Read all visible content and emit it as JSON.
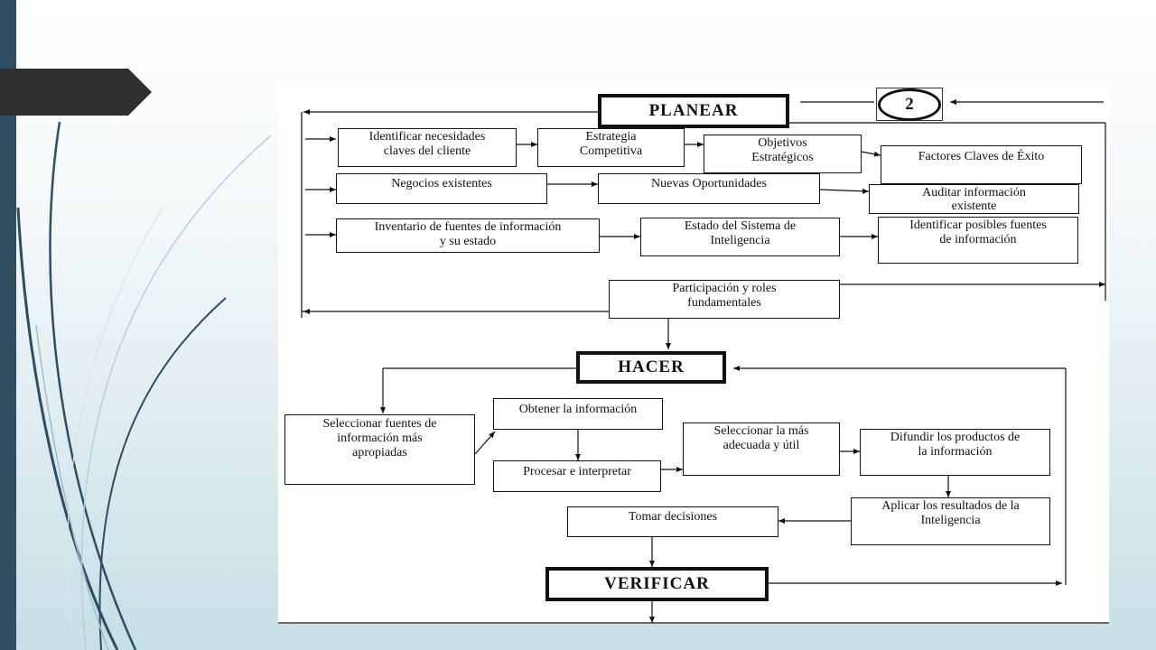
{
  "colors": {
    "stripe": "#2d4e63",
    "tab": "#2f2f2f",
    "panel": "#ffffff",
    "line": "#111111"
  },
  "diagram": {
    "stages": {
      "planear": "PLANEAR",
      "hacer": "HACER",
      "verificar": "VERIFICAR"
    },
    "cycle_number": "2",
    "planear_steps": {
      "identificar_necesidades": "Identificar necesidades\nclaves del cliente",
      "estrategia": "Estrategia\nCompetitiva",
      "objetivos": "Objetivos\nEstratégicos",
      "factores": "Factores Claves de Éxito",
      "negocios": "Negocios existentes",
      "nuevas": "Nuevas Oportunidades",
      "auditar": "Auditar información\nexistente",
      "inventario": "Inventario de fuentes de información\ny su estado",
      "estado": "Estado del Sistema de\nInteligencia",
      "identificar_fuentes": "Identificar posibles fuentes\nde información",
      "participacion": "Participación y roles\nfundamentales"
    },
    "hacer_steps": {
      "seleccionar_fuentes": "Seleccionar fuentes de\ninformación más\napropiadas",
      "obtener": "Obtener la información",
      "procesar": "Procesar e interpretar",
      "seleccionar_adecuada": "Seleccionar la más\nadecuada y útil",
      "difundir": "Difundir los productos de\nla información",
      "aplicar": "Aplicar los resultados de la\nInteligencia",
      "tomar": "Tomar decisiones"
    }
  }
}
